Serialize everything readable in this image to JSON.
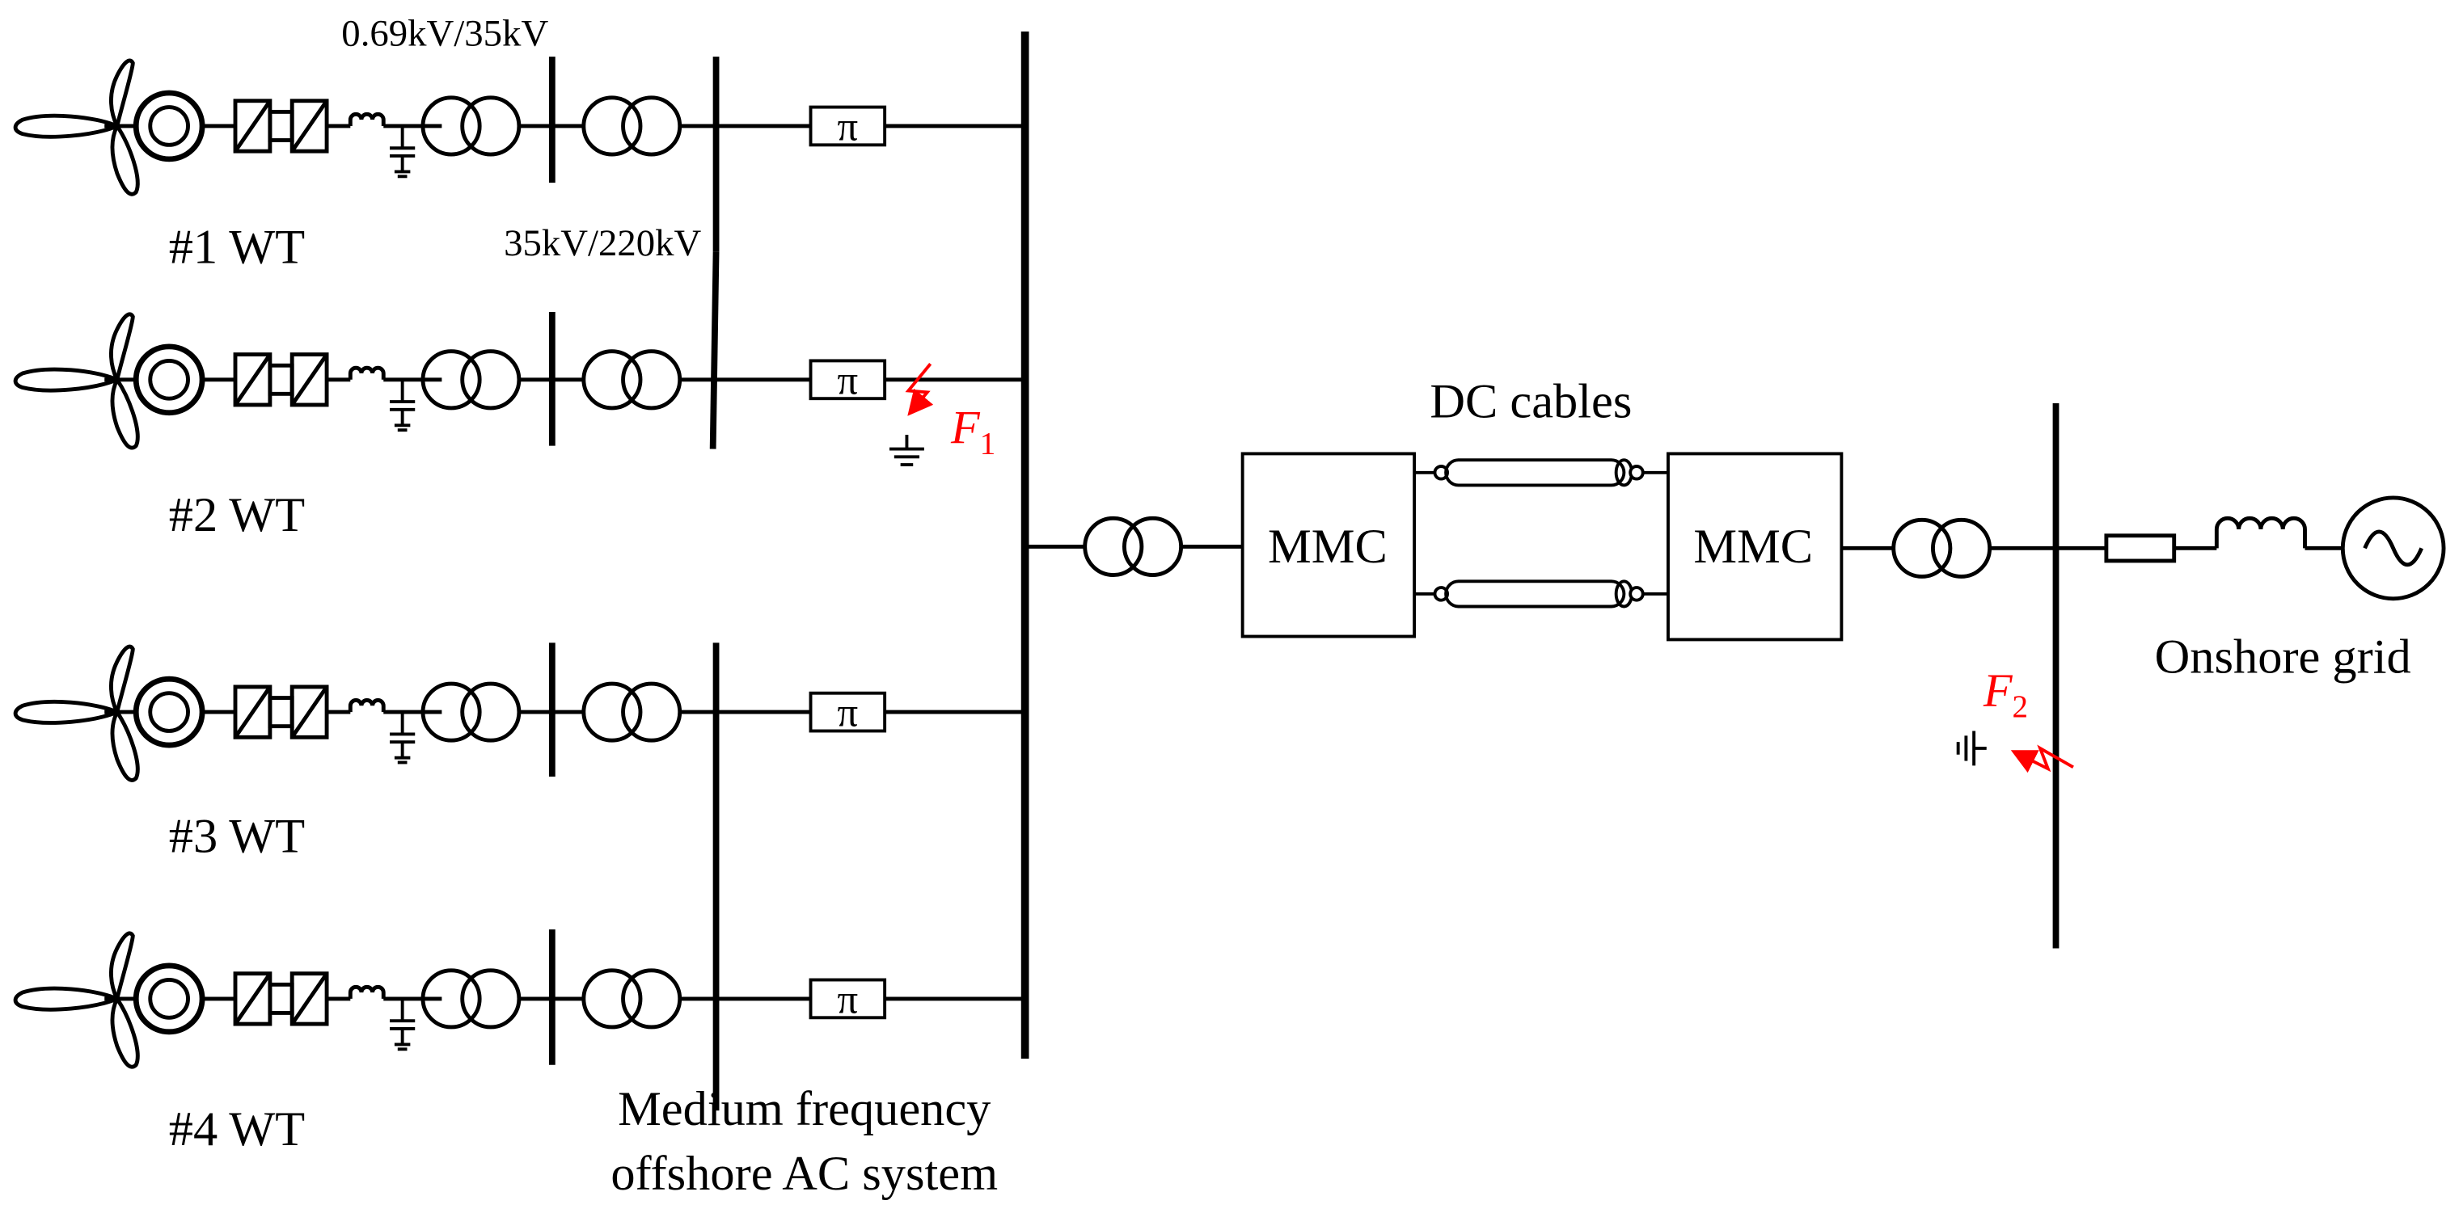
{
  "labels": {
    "transformer_ratio_1": "0.69kV/35kV",
    "transformer_ratio_2": "35kV/220kV",
    "dc_cables": "DC cables",
    "converter_left": "MMC",
    "converter_right": "MMC",
    "onshore_grid": "Onshore grid",
    "ac_system_line1": "Medium frequency",
    "ac_system_line2": "offshore AC system",
    "fault_1_letter": "F",
    "fault_1_sub": "1",
    "fault_2_letter": "F",
    "fault_2_sub": "2"
  },
  "turbines": [
    {
      "label": "#1 WT",
      "pi": "π"
    },
    {
      "label": "#2 WT",
      "pi": "π"
    },
    {
      "label": "#3 WT",
      "pi": "π"
    },
    {
      "label": "#4 WT",
      "pi": "π"
    }
  ],
  "colors": {
    "line": "#000000",
    "fault": "#ff0000",
    "background": "#ffffff"
  }
}
